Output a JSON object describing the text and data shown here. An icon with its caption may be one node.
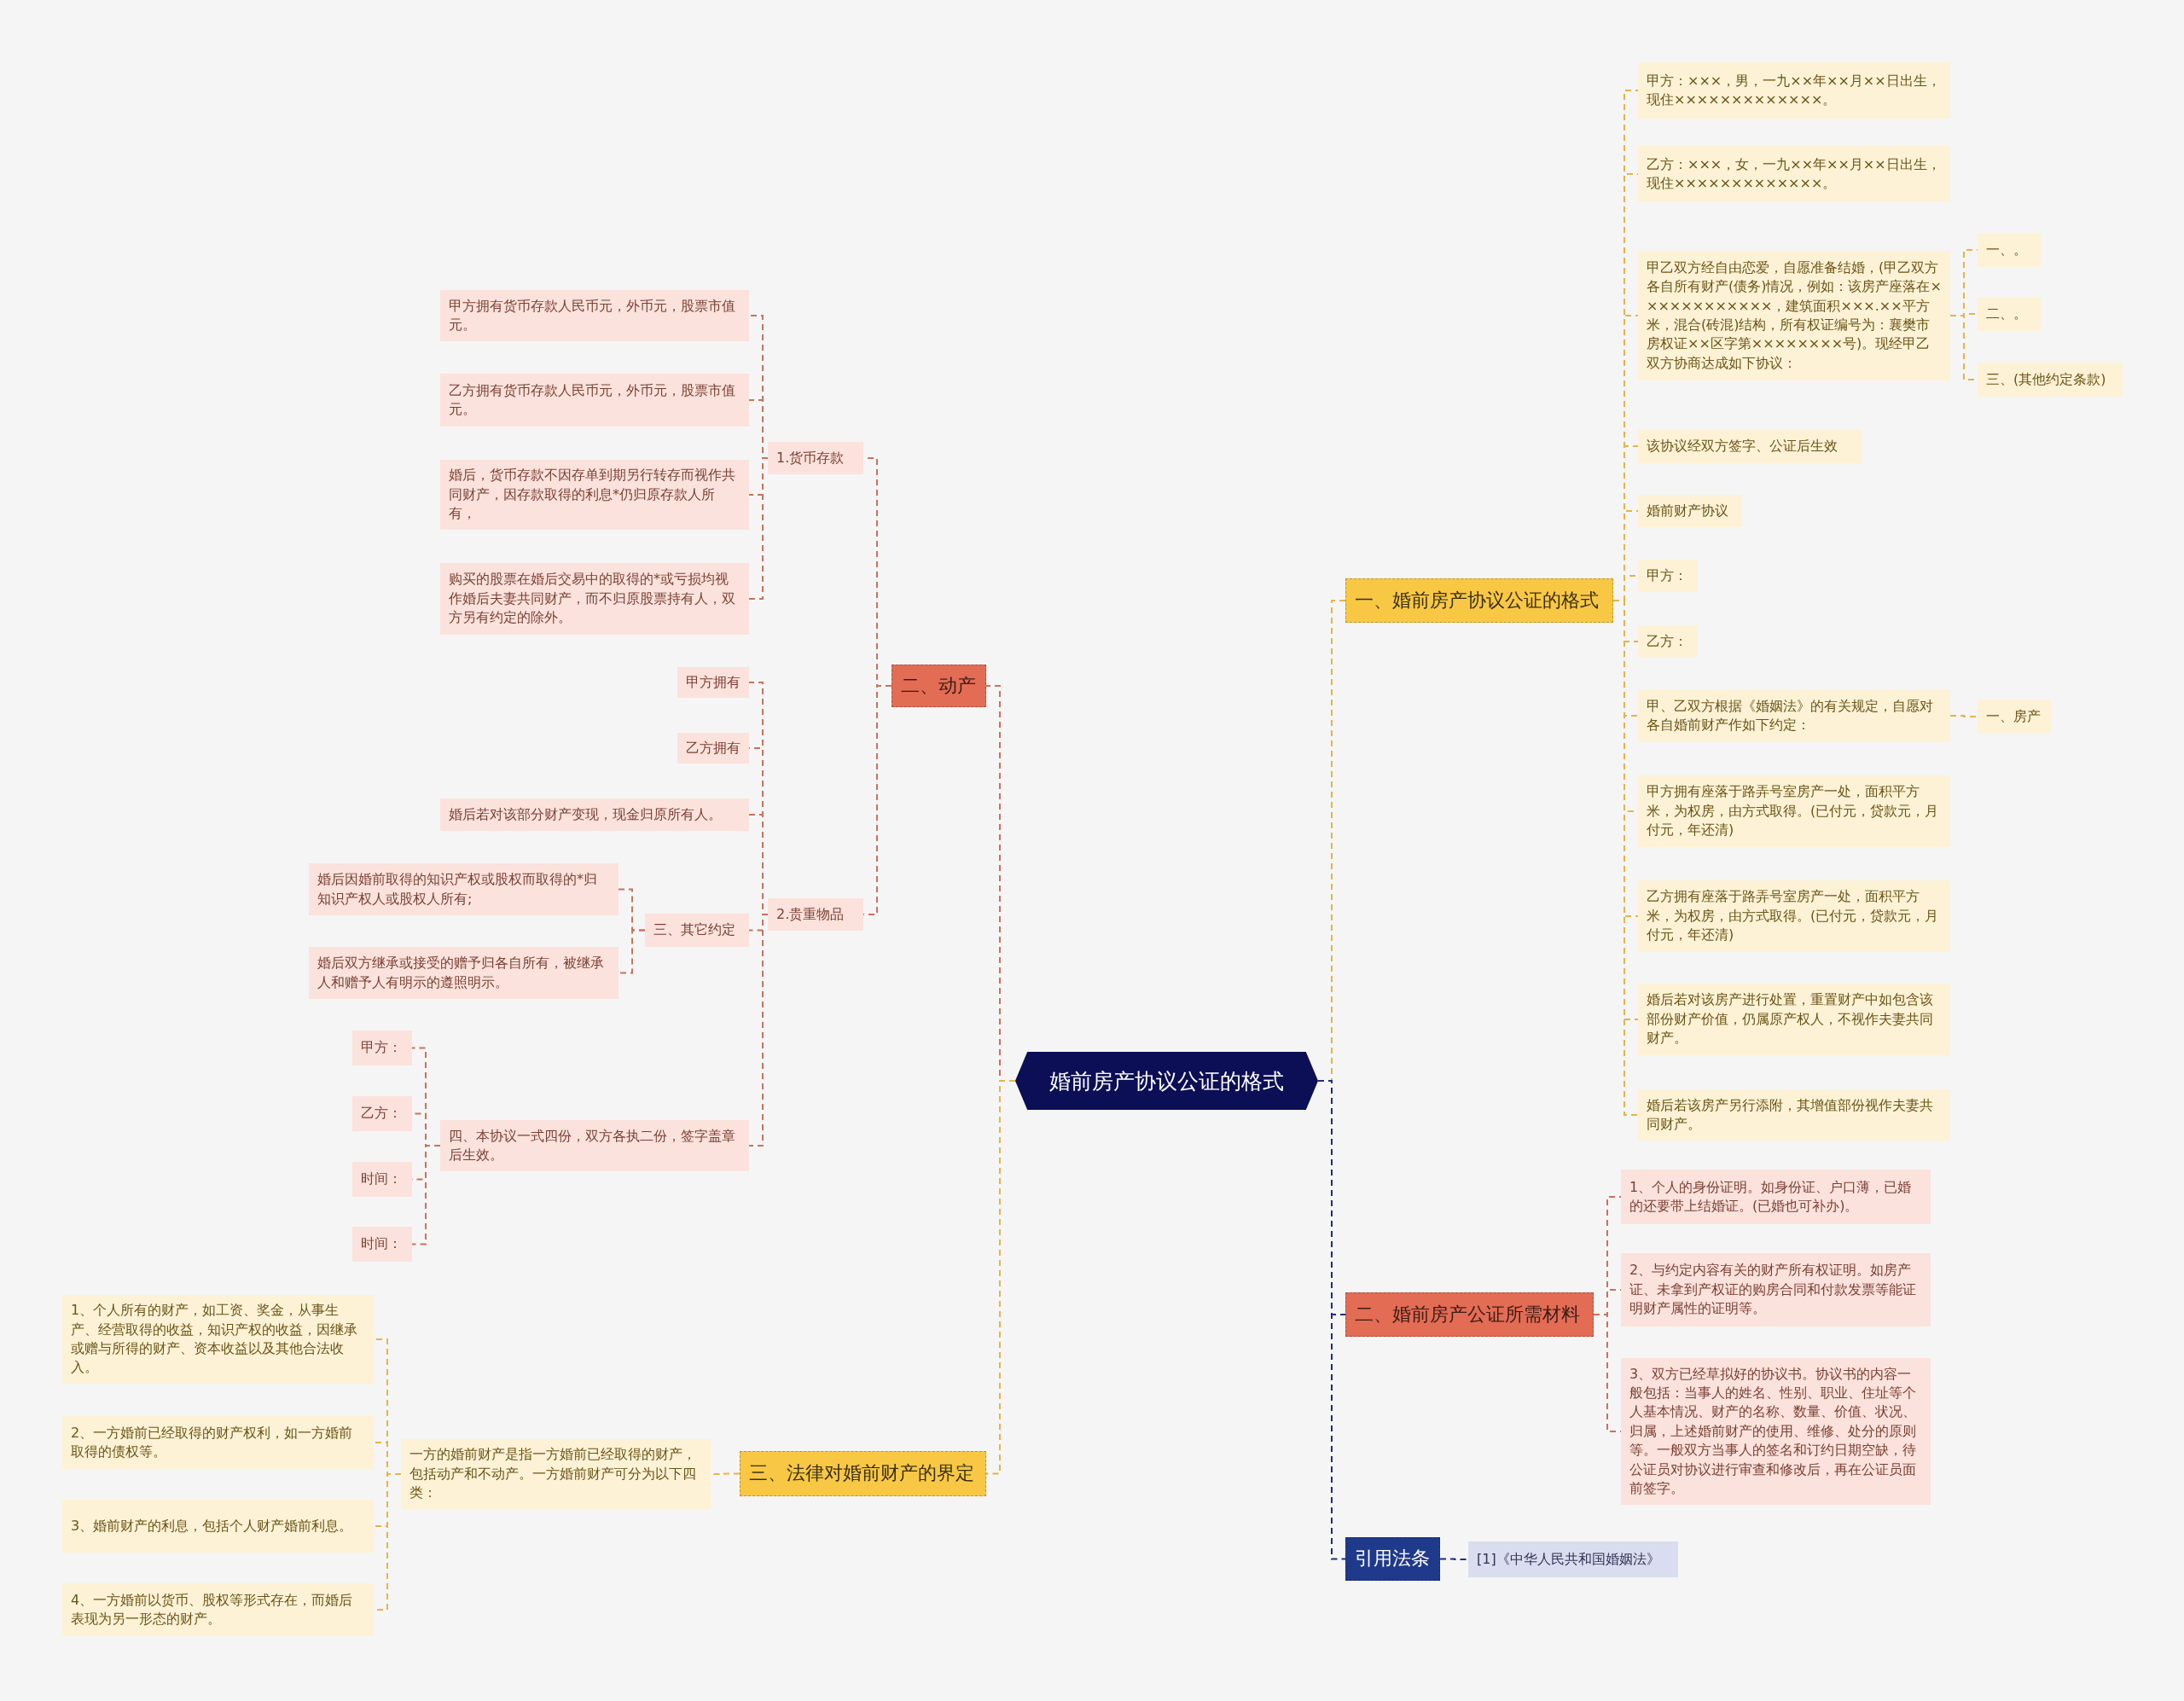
{
  "diagram": {
    "nodes": [
      {
        "text": [
          "婚前房产协议公证的格式"
        ]
      },
      {
        "text": [
          "一、婚前房产协议公证的格式"
        ]
      },
      {
        "text": [
          "甲方：×××，男，一九××年××月××日出生，现住×××××××××××××。"
        ]
      },
      {
        "text": [
          "乙方：×××，女，一九××年××月××日出生，现住×××××××××××××。"
        ]
      },
      {
        "text": [
          "甲乙双方经自由恋爱，自愿准备结婚，(甲乙双方各自所有财产(债务)情况，例如：该房产座落在××××××××××××，建筑面积×××.××平方米，混合(砖混)结构，所有权证编号为：襄樊市房权证××区字第××××××××号)。现经甲乙双方协商达成如下协议："
        ]
      },
      {
        "text": [
          "一、。"
        ]
      },
      {
        "text": [
          "二、。"
        ]
      },
      {
        "text": [
          "三、(其他约定条款)"
        ]
      },
      {
        "text": [
          "该协议经双方签字、公证后生效"
        ]
      },
      {
        "text": [
          "婚前财产协议"
        ]
      },
      {
        "text": [
          "甲方："
        ]
      },
      {
        "text": [
          "乙方："
        ]
      },
      {
        "text": [
          "甲、乙双方根据《婚姻法》的有关规定，自愿对各自婚前财产作如下约定："
        ]
      },
      {
        "text": [
          "一、房产"
        ]
      },
      {
        "text": [
          "甲方拥有座落于路弄号室房产一处，面积平方米，为权房，由方式取得。(已付元，贷款元，月付元，年还清)"
        ]
      },
      {
        "text": [
          "乙方拥有座落于路弄号室房产一处，面积平方米，为权房，由方式取得。(已付元，贷款元，月付元，年还清)"
        ]
      },
      {
        "text": [
          "婚后若对该房产进行处置，重置财产中如包含该部份财产价值，仍属原产权人，不视作夫妻共同财产。"
        ]
      },
      {
        "text": [
          "婚后若该房产另行添附，其增值部份视作夫妻共同财产。"
        ]
      },
      {
        "text": [
          "二、婚前房产公证所需材料"
        ]
      },
      {
        "text": [
          "1、个人的身份证明。如身份证、户口薄，已婚的还要带上结婚证。(已婚也可补办)。"
        ]
      },
      {
        "text": [
          "2、与约定内容有关的财产所有权证明。如房产证、未拿到产权证的购房合同和付款发票等能证明财产属性的证明等。"
        ]
      },
      {
        "text": [
          "3、双方已经草拟好的协议书。协议书的内容一般包括：当事人的姓名、性别、职业、住址等个人基本情况、财产的名称、数量、价值、状况、归属，上述婚前财产的使用、维修、处分的原则等。一般双方当事人的签名和订约日期空缺，待公证员对协议进行审查和修改后，再在公证员面前签字。"
        ]
      },
      {
        "text": [
          "引用法条"
        ]
      },
      {
        "text": [
          "[1]《中华人民共和国婚姻法》"
        ]
      },
      {
        "text": [
          "二、动产"
        ]
      },
      {
        "text": [
          "1.货币存款"
        ]
      },
      {
        "text": [
          "甲方拥有货币存款人民币元，外币元，股票市值元。"
        ]
      },
      {
        "text": [
          "乙方拥有货币存款人民币元，外币元，股票市值元。"
        ]
      },
      {
        "text": [
          "婚后，货币存款不因存单到期另行转存而视作共同财产，因存款取得的利息*仍归原存款人所有，"
        ]
      },
      {
        "text": [
          "购买的股票在婚后交易中的取得的*或亏损均视作婚后夫妻共同财产，而不归原股票持有人，双方另有约定的除外。"
        ]
      },
      {
        "text": [
          "2.贵重物品"
        ]
      },
      {
        "text": [
          "甲方拥有"
        ]
      },
      {
        "text": [
          "乙方拥有"
        ]
      },
      {
        "text": [
          "婚后若对该部分财产变现，现金归原所有人。"
        ]
      },
      {
        "text": [
          "三、其它约定"
        ]
      },
      {
        "text": [
          "婚后因婚前取得的知识产权或股权而取得的*归知识产权人或股权人所有;"
        ]
      },
      {
        "text": [
          "婚后双方继承或接受的赠予归各自所有，被继承人和赠予人有明示的遵照明示。"
        ]
      },
      {
        "text": [
          "四、本协议一式四份，双方各执二份，签字盖章后生效。"
        ]
      },
      {
        "text": [
          "甲方："
        ]
      },
      {
        "text": [
          "乙方："
        ]
      },
      {
        "text": [
          "时间："
        ]
      },
      {
        "text": [
          "时间："
        ]
      },
      {
        "text": [
          "三、法律对婚前财产的界定"
        ]
      },
      {
        "text": [
          "一方的婚前财产是指一方婚前已经取得的财产，包括动产和不动产。一方婚前财产可分为以下四类："
        ]
      },
      {
        "text": [
          "1、个人所有的财产，如工资、奖金，从事生产、经营取得的收益，知识产权的收益，因继承或赠与所得的财产、资本收益以及其他合法收入。"
        ]
      },
      {
        "text": [
          "2、一方婚前已经取得的财产权利，如一方婚前取得的债权等。"
        ]
      },
      {
        "text": [
          "3、婚前财产的利息，包括个人财产婚前利息。"
        ]
      },
      {
        "text": [
          "4、一方婚前以货币、股权等形式存在，而婚后表现为另一形态的财产。"
        ]
      }
    ],
    "edges": [
      {
        "from": 0,
        "to": 1,
        "arrow": "none"
      },
      {
        "from": 1,
        "to": 2,
        "arrow": "none"
      },
      {
        "from": 1,
        "to": 3,
        "arrow": "none"
      },
      {
        "from": 1,
        "to": 4,
        "arrow": "none"
      },
      {
        "from": 4,
        "to": 5,
        "arrow": "none"
      },
      {
        "from": 4,
        "to": 6,
        "arrow": "none"
      },
      {
        "from": 4,
        "to": 7,
        "arrow": "none"
      },
      {
        "from": 1,
        "to": 8,
        "arrow": "none"
      },
      {
        "from": 1,
        "to": 9,
        "arrow": "none"
      },
      {
        "from": 1,
        "to": 10,
        "arrow": "none"
      },
      {
        "from": 1,
        "to": 11,
        "arrow": "none"
      },
      {
        "from": 1,
        "to": 12,
        "arrow": "none"
      },
      {
        "from": 12,
        "to": 13,
        "arrow": "none"
      },
      {
        "from": 1,
        "to": 14,
        "arrow": "none"
      },
      {
        "from": 1,
        "to": 15,
        "arrow": "none"
      },
      {
        "from": 1,
        "to": 16,
        "arrow": "none"
      },
      {
        "from": 1,
        "to": 17,
        "arrow": "none"
      },
      {
        "from": 0,
        "to": 18,
        "arrow": "none",
        "color": "#1e2f7a"
      },
      {
        "from": 18,
        "to": 19,
        "arrow": "none",
        "color": "#c9725c"
      },
      {
        "from": 18,
        "to": 20,
        "arrow": "none",
        "color": "#c9725c"
      },
      {
        "from": 18,
        "to": 21,
        "arrow": "none",
        "color": "#c9725c"
      },
      {
        "from": 0,
        "to": 22,
        "arrow": "none",
        "color": "#1e2f7a"
      },
      {
        "from": 22,
        "to": 23,
        "arrow": "none",
        "color": "#1e2f7a"
      },
      {
        "from": 0,
        "to": 24,
        "arrow": "none",
        "color": "#c9725c"
      },
      {
        "from": 24,
        "to": 25,
        "arrow": "none",
        "color": "#c9725c"
      },
      {
        "from": 25,
        "to": 26,
        "arrow": "none",
        "color": "#c9725c"
      },
      {
        "from": 25,
        "to": 27,
        "arrow": "none",
        "color": "#c9725c"
      },
      {
        "from": 25,
        "to": 28,
        "arrow": "none",
        "color": "#c9725c"
      },
      {
        "from": 25,
        "to": 29,
        "arrow": "none",
        "color": "#c9725c"
      },
      {
        "from": 24,
        "to": 30,
        "arrow": "none",
        "color": "#c9725c"
      },
      {
        "from": 30,
        "to": 31,
        "arrow": "none",
        "color": "#c9725c"
      },
      {
        "from": 30,
        "to": 32,
        "arrow": "none",
        "color": "#c9725c"
      },
      {
        "from": 30,
        "to": 33,
        "arrow": "none",
        "color": "#c9725c"
      },
      {
        "from": 30,
        "to": 34,
        "arrow": "none",
        "color": "#c9725c"
      },
      {
        "from": 34,
        "to": 35,
        "arrow": "none",
        "color": "#c9725c"
      },
      {
        "from": 34,
        "to": 36,
        "arrow": "none",
        "color": "#c9725c"
      },
      {
        "from": 30,
        "to": 37,
        "arrow": "none",
        "color": "#c9725c"
      },
      {
        "from": 37,
        "to": 38,
        "arrow": "none",
        "color": "#c9725c"
      },
      {
        "from": 37,
        "to": 39,
        "arrow": "none",
        "color": "#c9725c"
      },
      {
        "from": 37,
        "to": 40,
        "arrow": "none",
        "color": "#c9725c"
      },
      {
        "from": 37,
        "to": 41,
        "arrow": "none",
        "color": "#c9725c"
      },
      {
        "from": 0,
        "to": 42,
        "arrow": "none"
      },
      {
        "from": 42,
        "to": 43,
        "arrow": "none"
      },
      {
        "from": 43,
        "to": 44,
        "arrow": "none"
      },
      {
        "from": 43,
        "to": 45,
        "arrow": "none"
      },
      {
        "from": 43,
        "to": 46,
        "arrow": "none"
      },
      {
        "from": 43,
        "to": 47,
        "arrow": "none"
      }
    ]
  }
}
